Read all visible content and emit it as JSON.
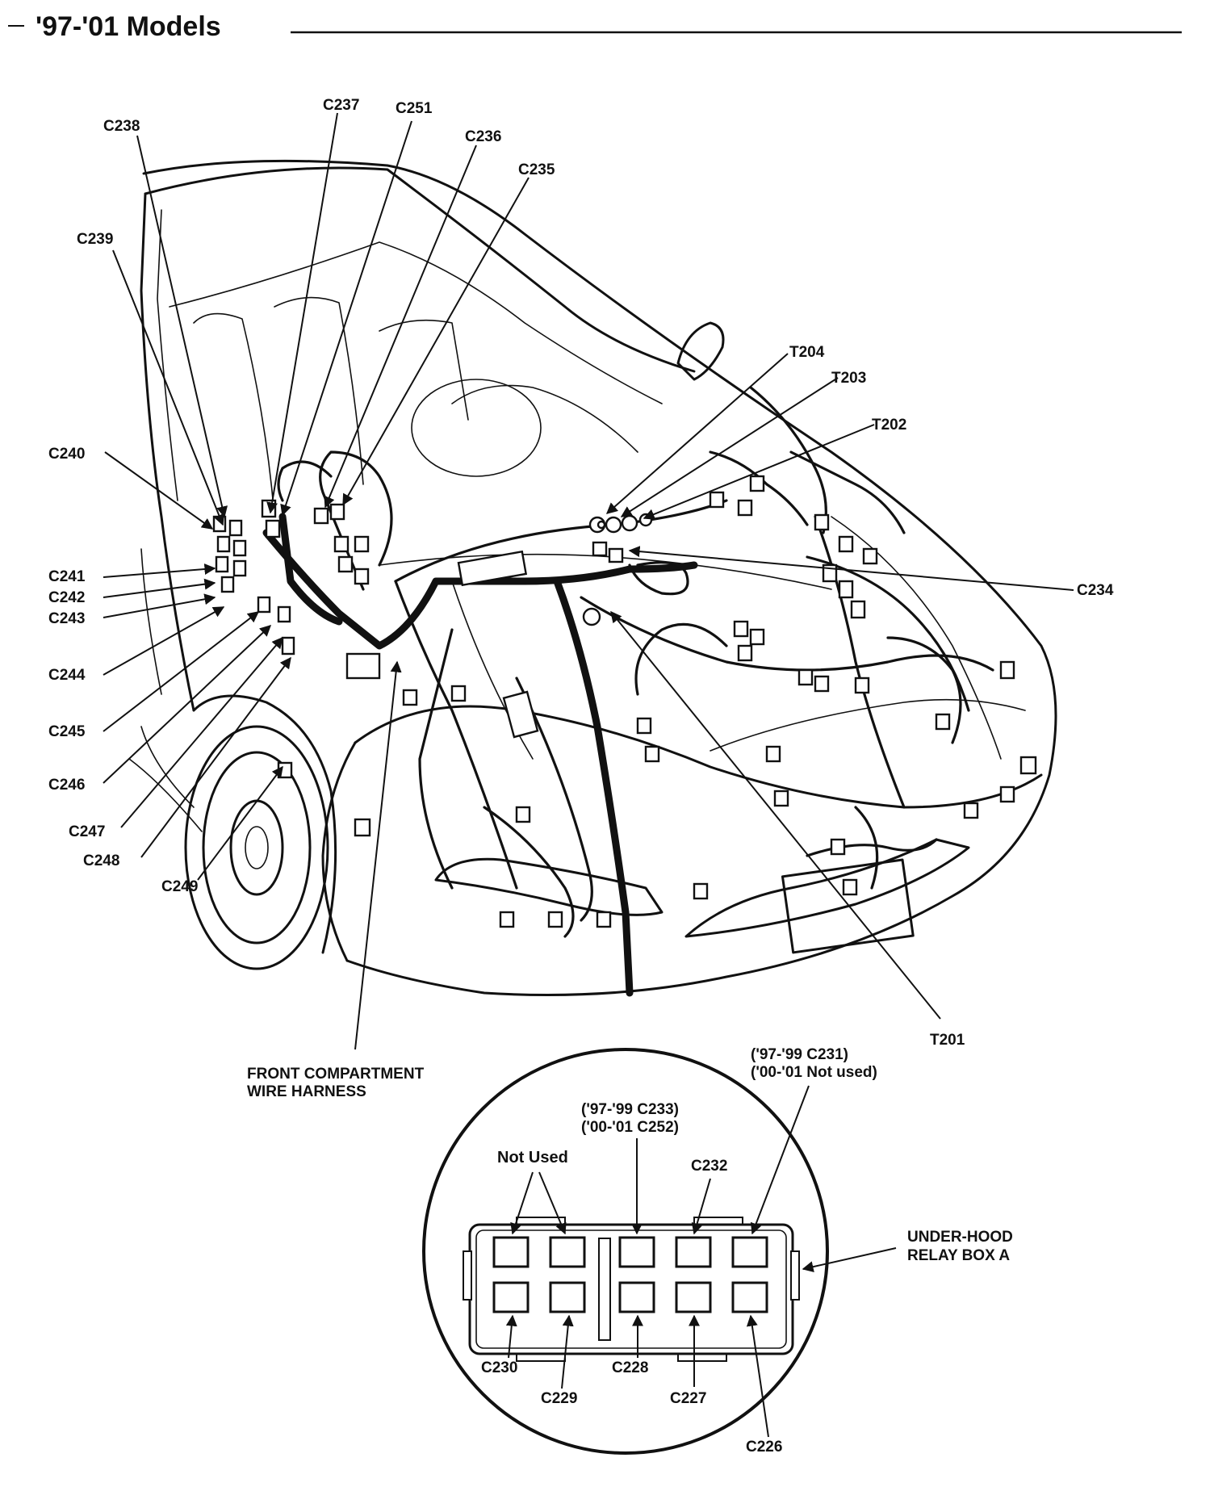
{
  "header": {
    "title": "'97-'01 Models"
  },
  "labels": {
    "c237": "C237",
    "c251": "C251",
    "c238": "C238",
    "c236": "C236",
    "c235": "C235",
    "c239": "C239",
    "t204": "T204",
    "t203": "T203",
    "t202": "T202",
    "c240": "C240",
    "c234": "C234",
    "c241": "C241",
    "c242": "C242",
    "c243": "C243",
    "c244": "C244",
    "c245": "C245",
    "c246": "C246",
    "c247": "C247",
    "c248": "C248",
    "c249": "C249",
    "t201": "T201",
    "harness_line1": "FRONT COMPARTMENT",
    "harness_line2": "WIRE HARNESS"
  },
  "relay_box": {
    "name_line1": "UNDER-HOOD",
    "name_line2": "RELAY BOX A",
    "not_used": "Not Used",
    "c233_line1": "('97-'99 C233)",
    "c233_line2": "('00-'01 C252)",
    "c231_line1": "('97-'99 C231)",
    "c231_line2": "('00-'01 Not used)",
    "c232": "C232",
    "c230": "C230",
    "c229": "C229",
    "c228": "C228",
    "c227": "C227",
    "c226": "C226"
  }
}
